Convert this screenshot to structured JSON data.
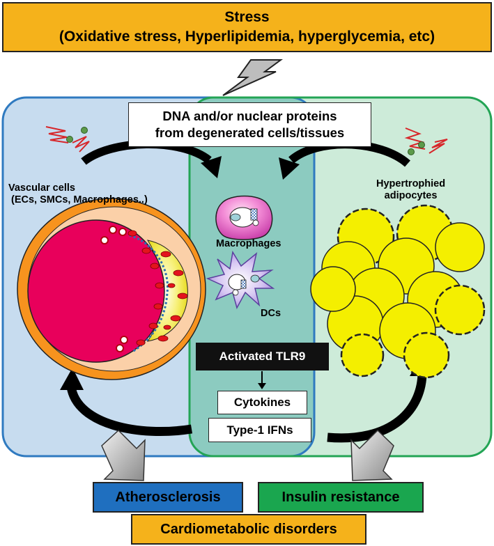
{
  "stress": {
    "title": "Stress",
    "subtitle": "(Oxidative stress, Hyperlipidemia, hyperglycemia, etc)"
  },
  "dna_box": {
    "line1": "DNA and/or nuclear proteins",
    "line2": "from degenerated cells/tissues"
  },
  "vascular": {
    "line1": "Vascular cells",
    "line2": "(ECs, SMCs, Macrophages..)"
  },
  "adipocytes": {
    "line1": "Hypertrophied",
    "line2": "adipocytes"
  },
  "immune": {
    "macrophages": "Macrophages",
    "dcs": "DCs"
  },
  "tlr9": "Activated TLR9",
  "cytokines": "Cytokines",
  "ifns": "Type-1 IFNs",
  "outcomes": {
    "atherosclerosis": "Atherosclerosis",
    "insulin_resistance": "Insulin resistance",
    "cardiometabolic": "Cardiometabolic disorders"
  },
  "colors": {
    "stress_fill": "#f5b21b",
    "vascular_panel": "#c7dcef",
    "vascular_border": "#2f7ac0",
    "adipose_panel": "#cdebd9",
    "adipose_border": "#23a455",
    "overlap_panel": "#8ccbc0",
    "atherosclerosis_fill": "#1f6fbf",
    "insulin_fill": "#1aa64f",
    "cardio_fill": "#f5b21b",
    "adipocyte_yellow": "#f4ef00",
    "lumen_pink": "#e8005b",
    "vessel_orange": "#f7931e"
  },
  "icons": [
    "lightning-bolt-icon",
    "curved-arrow-icon",
    "down-arrow-icon",
    "dna-fragment-icon"
  ]
}
